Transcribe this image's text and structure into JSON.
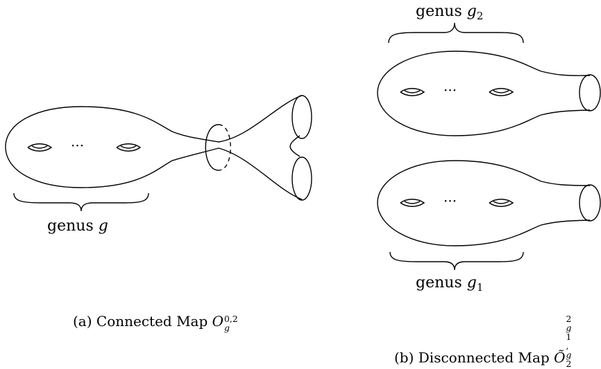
{
  "left_panel": {
    "genus_label": {
      "word": "genus",
      "symbol": "g"
    },
    "caption": {
      "prefix": "(a) Connected Map",
      "symbol": "O",
      "sub": "g",
      "sup": "0,2"
    }
  },
  "right_panel": {
    "top_surface": {
      "word": "genus",
      "symbol": "g",
      "index": "2"
    },
    "bottom_surface": {
      "word": "genus",
      "symbol": "g",
      "index": "1"
    },
    "caption": {
      "prefix": "(b) Disconnected Map",
      "symbol": "Õ",
      "sup": "2",
      "sub": "g",
      "sub_i1": "1",
      "sub_sep": ",",
      "sub_g2": "g",
      "sub_i2": "2"
    }
  },
  "dots": "···"
}
